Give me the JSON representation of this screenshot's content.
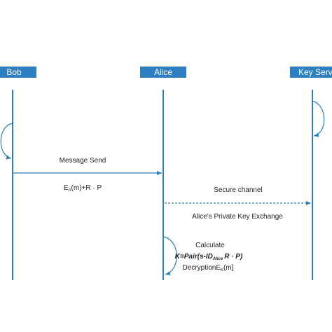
{
  "actors": [
    {
      "name": "Bob"
    },
    {
      "name": "Alice"
    },
    {
      "name": "Key Serv"
    }
  ],
  "messages": {
    "message_send": "Message Send",
    "encryption_formula": "E",
    "encryption_sub": "A",
    "encryption_rest": "(m)+R · P",
    "secure_channel": "Secure channel",
    "key_exchange": "Alice's Private Key Exchange"
  },
  "alice_calc": {
    "line1": "Calculate",
    "line2_prefix": "K=Pair(s-ID",
    "line2_sub": "Alice",
    "line2_suffix": "R · P)",
    "line3_prefix": "DecryptionE",
    "line3_sub": "K",
    "line3_suffix": "(m]"
  },
  "colors": {
    "accent": "#2d7fc1",
    "text": "#222222"
  }
}
